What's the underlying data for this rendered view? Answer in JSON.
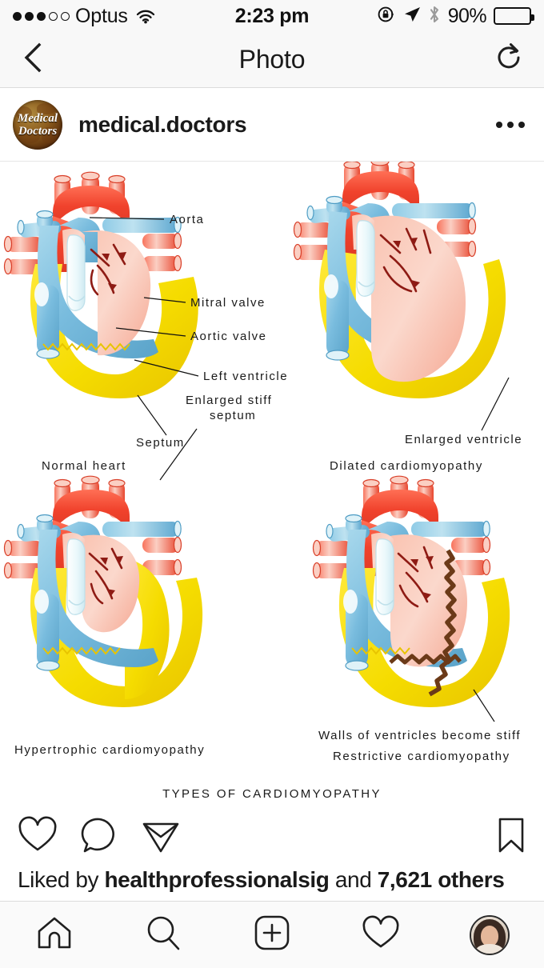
{
  "status_bar": {
    "signal_dots_filled": 3,
    "signal_dots_total": 5,
    "carrier": "Optus",
    "wifi_icon": "wifi-icon",
    "time": "2:23 pm",
    "rotation_lock_icon": "rotation-lock-icon",
    "location_icon": "location-arrow-icon",
    "bluetooth_icon": "bluetooth-icon",
    "battery_percent": "90%",
    "battery_level": 90
  },
  "nav_bar": {
    "back_icon": "chevron-left-icon",
    "title": "Photo",
    "refresh_icon": "refresh-icon"
  },
  "post": {
    "avatar_line1": "Medical",
    "avatar_line2": "Doctors",
    "username": "medical.doctors",
    "more_icon": "more-options-icon"
  },
  "photo": {
    "title": "TYPES OF CARDIOMYOPATHY",
    "panels": [
      {
        "caption": "Normal heart",
        "labels": [
          "Aorta",
          "Mitral valve",
          "Aortic valve",
          "Left ventricle",
          "Septum"
        ]
      },
      {
        "caption": "Dilated cardiomyopathy",
        "labels": [
          "Enlarged ventricle"
        ]
      },
      {
        "caption": "Hypertrophic cardiomyopathy",
        "labels": [
          "Enlarged stiff",
          "septum"
        ]
      },
      {
        "caption": "Restrictive cardiomyopathy",
        "labels": [
          "Walls of ventricles become stiff"
        ]
      }
    ],
    "colors": {
      "myocardium_yellow": "#F5DC00",
      "artery_red": "#F0543F",
      "vein_blue": "#6FB6DC",
      "chamber_pink": "#F8BCA9",
      "valve_white": "#EAF7FA",
      "arrow_dark_red": "#8E1B14",
      "stiff_wall_brown": "#6B3A18"
    }
  },
  "actions": {
    "like_icon": "heart-icon",
    "comment_icon": "comment-icon",
    "share_icon": "share-paper-plane-icon",
    "save_icon": "bookmark-icon"
  },
  "likes": {
    "prefix": "Liked by ",
    "user": "healthprofessionalsig",
    "middle": " and ",
    "count": "7,621 others"
  },
  "tab_bar": {
    "items": [
      {
        "name": "home",
        "icon": "home-icon"
      },
      {
        "name": "search",
        "icon": "search-icon"
      },
      {
        "name": "add",
        "icon": "plus-square-icon"
      },
      {
        "name": "activity",
        "icon": "heart-icon"
      },
      {
        "name": "profile",
        "icon": "profile-avatar-icon"
      }
    ]
  }
}
